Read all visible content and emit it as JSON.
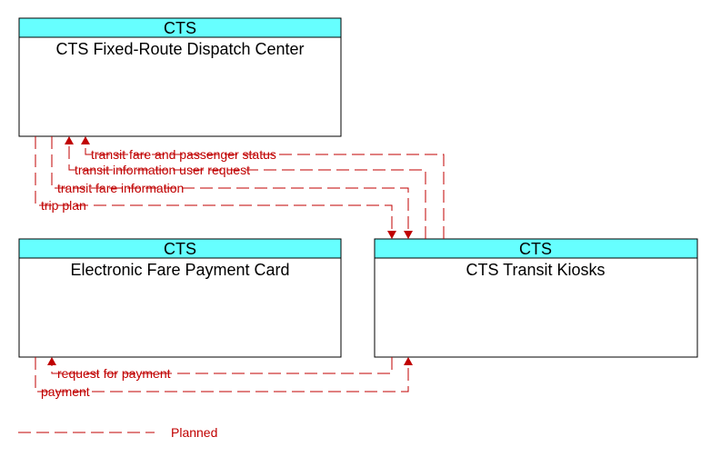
{
  "entities": {
    "dispatch": {
      "owner": "CTS",
      "name": "CTS Fixed-Route Dispatch Center"
    },
    "fare_card": {
      "owner": "CTS",
      "name": "Electronic Fare Payment Card"
    },
    "kiosks": {
      "owner": "CTS",
      "name": "CTS Transit Kiosks"
    }
  },
  "flows": {
    "f1": "transit fare and passenger status",
    "f2": "transit information user request",
    "f3": "transit fare information",
    "f4": "trip plan",
    "f5": "request for payment",
    "f6": "payment"
  },
  "legend": {
    "planned": "Planned"
  },
  "colors": {
    "header": "#66ffff",
    "flow": "#c00000"
  }
}
